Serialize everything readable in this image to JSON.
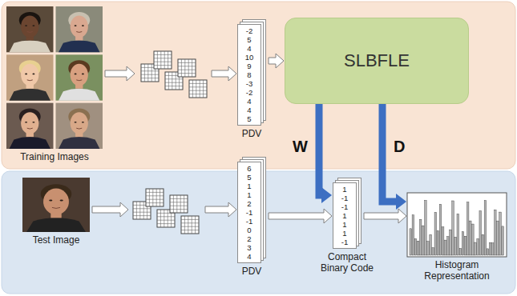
{
  "diagram": {
    "nodes": [
      {
        "text": [
          "Training Images"
        ]
      },
      {
        "text": [
          "-2 5 4 10 9 8 -3 -2 4 4 5",
          "PDV"
        ]
      },
      {
        "text": [
          "SLBFLE"
        ]
      },
      {
        "text": [
          "Test Image"
        ]
      },
      {
        "text": [
          "6 5 1 1 2 -1 -1 0 2 3 4",
          "PDV"
        ]
      },
      {
        "text": [
          "1 -1 -1 1 1 1 -1",
          "Compact Binary Code"
        ]
      },
      {
        "text": [
          "Histogram Representation"
        ]
      }
    ],
    "edges": [
      {
        "from": 0,
        "to": 1,
        "arrow": "to"
      },
      {
        "from": 1,
        "to": 2,
        "arrow": "to"
      },
      {
        "from": 2,
        "to": 5,
        "label": "W",
        "arrow": "to"
      },
      {
        "from": 3,
        "to": 4,
        "arrow": "to"
      },
      {
        "from": 4,
        "to": 5,
        "arrow": "to"
      },
      {
        "from": 5,
        "to": 6,
        "arrow": "to"
      },
      {
        "from": 2,
        "to": 6,
        "label": "D",
        "arrow": "to"
      }
    ]
  }
}
